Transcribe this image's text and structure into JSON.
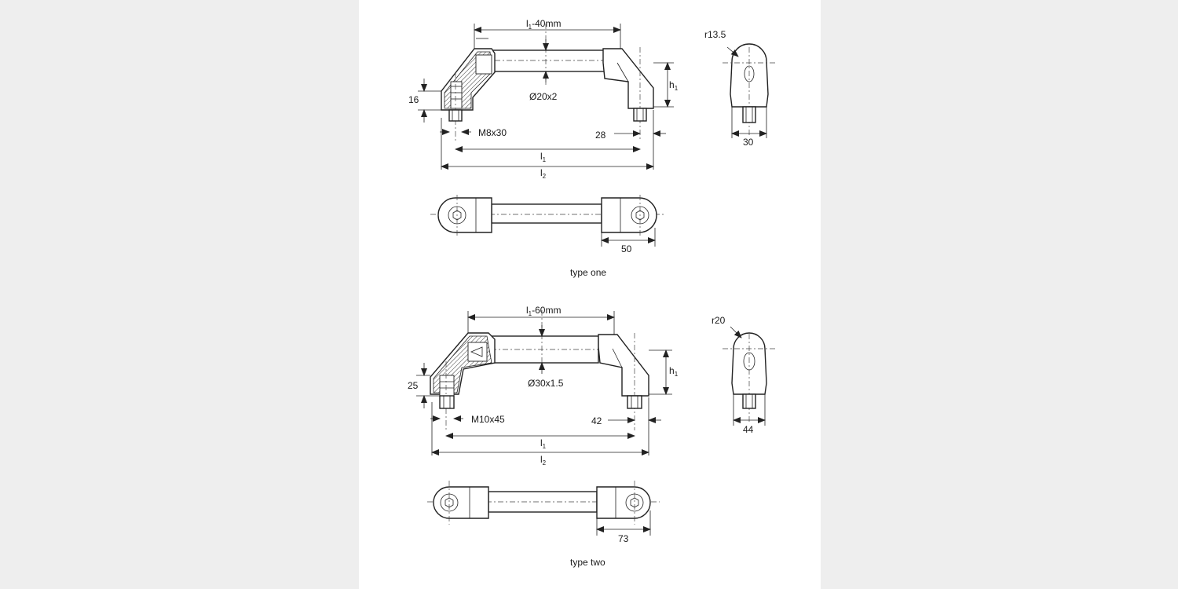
{
  "drawings": [
    {
      "caption": "type one",
      "l1_minus": "-40mm",
      "l1_main": "l",
      "l1_sub": "1",
      "l2_main": "l",
      "l2_sub": "2",
      "h1_main": "h",
      "h1_sub": "1",
      "tube": "Ø20x2",
      "thread": "M8x30",
      "height_dim": "16",
      "offset_dim": "28",
      "top_width_dim": "50",
      "radius": "r13.5",
      "side_width": "30"
    },
    {
      "caption": "type two",
      "l1_minus": "-60mm",
      "l1_main": "l",
      "l1_sub": "1",
      "l2_main": "l",
      "l2_sub": "2",
      "h1_main": "h",
      "h1_sub": "1",
      "tube": "Ø30x1.5",
      "thread": "M10x45",
      "height_dim": "25",
      "offset_dim": "42",
      "top_width_dim": "73",
      "radius": "r20",
      "side_width": "44"
    }
  ]
}
